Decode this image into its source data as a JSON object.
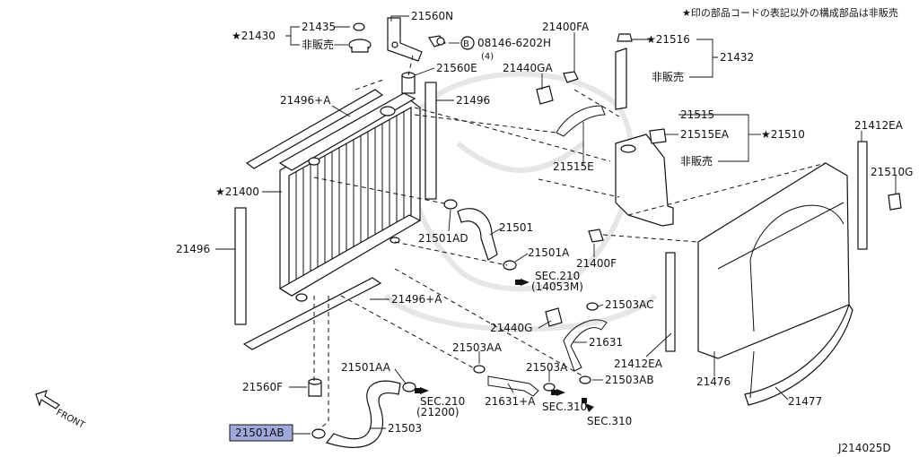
{
  "note": "★印の部品コードの表記以外の構成部品は非販売",
  "diagram_id": "J214025D",
  "front_label": "FRONT",
  "star_mark": "★",
  "highlight_color": "#9fa8da",
  "labels": {
    "p21435": "21435",
    "p21430": "21430",
    "hiHanbai1": "非販売",
    "p21560N": "21560N",
    "boltB": "B",
    "p08146": "08146-6202H",
    "qty4": "(4)",
    "p21560E": "21560E",
    "p21400FA": "21400FA",
    "p21516": "21516",
    "p21432": "21432",
    "hiHanbai2": "非販売",
    "p21440GA": "21440GA",
    "p21496plusA_top": "21496+A",
    "p21496_top": "21496",
    "p21515": "21515",
    "p21515EA": "21515EA",
    "p21510": "21510",
    "hiHanbai3": "非販売",
    "p21515E": "21515E",
    "p21412EA_top": "21412EA",
    "p21510G": "21510G",
    "p21400": "21400",
    "p21501AD": "21501AD",
    "p21501": "21501",
    "p21501A": "21501A",
    "p21400F": "21400F",
    "sec210a": "SEC.210",
    "sec210a_sub": "(14053M)",
    "p21496_left": "21496",
    "p21496plusA_bottom": "21496+A",
    "p21503AC": "21503AC",
    "p21440G": "21440G",
    "p21631": "21631",
    "p21503AA": "21503AA",
    "p21412EA_bottom": "21412EA",
    "p21501AA": "21501AA",
    "p21503A": "21503A",
    "p21503AB": "21503AB",
    "p21476": "21476",
    "p21477": "21477",
    "p21560F": "21560F",
    "sec210b": "SEC.210",
    "sec210b_sub": "(21200)",
    "p21631plusA": "21631+A",
    "sec310a": "SEC.310",
    "sec310b": "SEC.310",
    "p21501AB": "21501AB",
    "p21503": "21503"
  }
}
